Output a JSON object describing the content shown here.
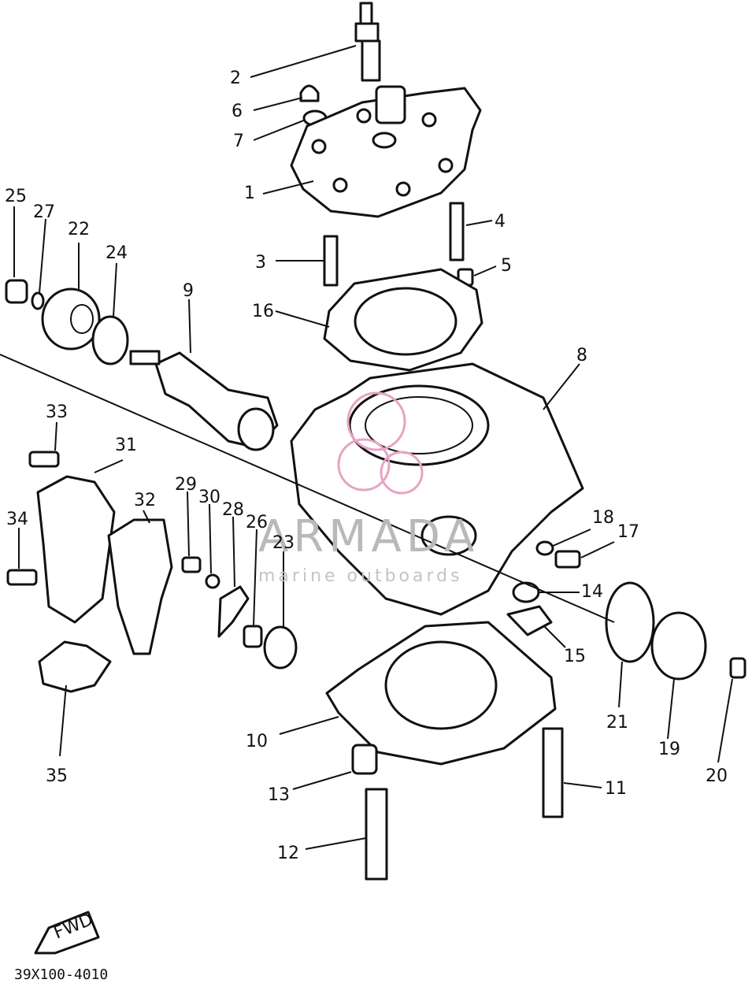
{
  "callouts": [
    {
      "id": "c1",
      "text": "1"
    },
    {
      "id": "c2",
      "text": "2"
    },
    {
      "id": "c3",
      "text": "3"
    },
    {
      "id": "c4",
      "text": "4"
    },
    {
      "id": "c5",
      "text": "5"
    },
    {
      "id": "c6",
      "text": "6"
    },
    {
      "id": "c7",
      "text": "7"
    },
    {
      "id": "c8",
      "text": "8"
    },
    {
      "id": "c9",
      "text": "9"
    },
    {
      "id": "c10",
      "text": "10"
    },
    {
      "id": "c11",
      "text": "11"
    },
    {
      "id": "c12",
      "text": "12"
    },
    {
      "id": "c13",
      "text": "13"
    },
    {
      "id": "c14",
      "text": "14"
    },
    {
      "id": "c15",
      "text": "15"
    },
    {
      "id": "c16",
      "text": "16"
    },
    {
      "id": "c17",
      "text": "17"
    },
    {
      "id": "c18",
      "text": "18"
    },
    {
      "id": "c19",
      "text": "19"
    },
    {
      "id": "c20",
      "text": "20"
    },
    {
      "id": "c21",
      "text": "21"
    },
    {
      "id": "c22",
      "text": "22"
    },
    {
      "id": "c23",
      "text": "23"
    },
    {
      "id": "c24",
      "text": "24"
    },
    {
      "id": "c25",
      "text": "25"
    },
    {
      "id": "c26",
      "text": "26"
    },
    {
      "id": "c27",
      "text": "27"
    },
    {
      "id": "c28",
      "text": "28"
    },
    {
      "id": "c29",
      "text": "29"
    },
    {
      "id": "c30",
      "text": "30"
    },
    {
      "id": "c31",
      "text": "31"
    },
    {
      "id": "c32",
      "text": "32"
    },
    {
      "id": "c33",
      "text": "33"
    },
    {
      "id": "c34",
      "text": "34"
    },
    {
      "id": "c35",
      "text": "35"
    }
  ],
  "direction_label": "FWD",
  "drawing_code": "39X100-4010",
  "watermark": {
    "title": "ARMADA",
    "subtitle": "marine outboards",
    "logo_color": "#e7a3c4"
  }
}
